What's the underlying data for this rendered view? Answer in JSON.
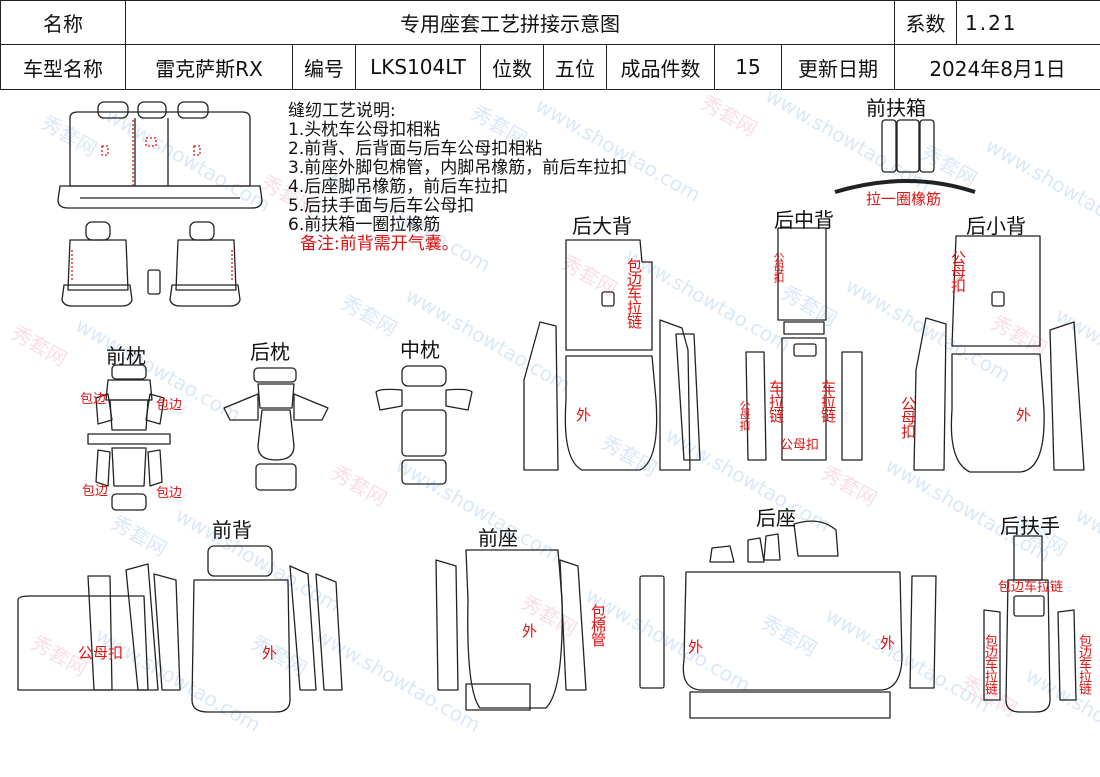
{
  "header": {
    "row1": {
      "name_label": "名称",
      "title": "专用座套工艺拼接示意图",
      "coef_label": "系数",
      "coef_value": "1.21"
    },
    "row2": {
      "model_label": "车型名称",
      "model_value": "雷克萨斯RX",
      "code_label": "编号",
      "code_value": "LKS104LT",
      "seats_label": "位数",
      "seats_value": "五位",
      "pieces_label": "成品件数",
      "pieces_value": "15",
      "date_label": "更新日期",
      "date_value": "2024年8月1日"
    }
  },
  "notes": {
    "title": "缝纫工艺说明:",
    "items": [
      "1.头枕车公母扣相粘",
      "2.前背、后背面与后车公母扣相粘",
      "3.前座外脚包棉管，内脚吊橡筋，前后车拉扣",
      "4.后座脚吊橡筋，前后车拉扣",
      "5.后扶手面与后车公母扣",
      "6.前扶箱一圈拉橡筋"
    ],
    "remark": "备注:前背需开气囊。"
  },
  "sections": {
    "front_box": "前扶箱",
    "rear_big_back": "后大背",
    "rear_mid_back": "后中背",
    "rear_small_back": "后小背",
    "front_pillow": "前枕",
    "rear_pillow": "后枕",
    "mid_pillow": "中枕",
    "front_back": "前背",
    "front_seat": "前座",
    "rear_seat": "后座",
    "rear_armrest": "后扶手"
  },
  "labels": {
    "elastic_loop": "拉一圈橡筋",
    "wrap_edge": "包边",
    "wrap_edge_zip": "包边车拉链",
    "outer": "外",
    "snap": "公母扣",
    "car_zip": "车拉链",
    "wrap_cotton": "包棉管",
    "snap_line": "公母扣"
  },
  "watermark": {
    "text1": "秀套网",
    "text2": "www.showtao.com"
  }
}
